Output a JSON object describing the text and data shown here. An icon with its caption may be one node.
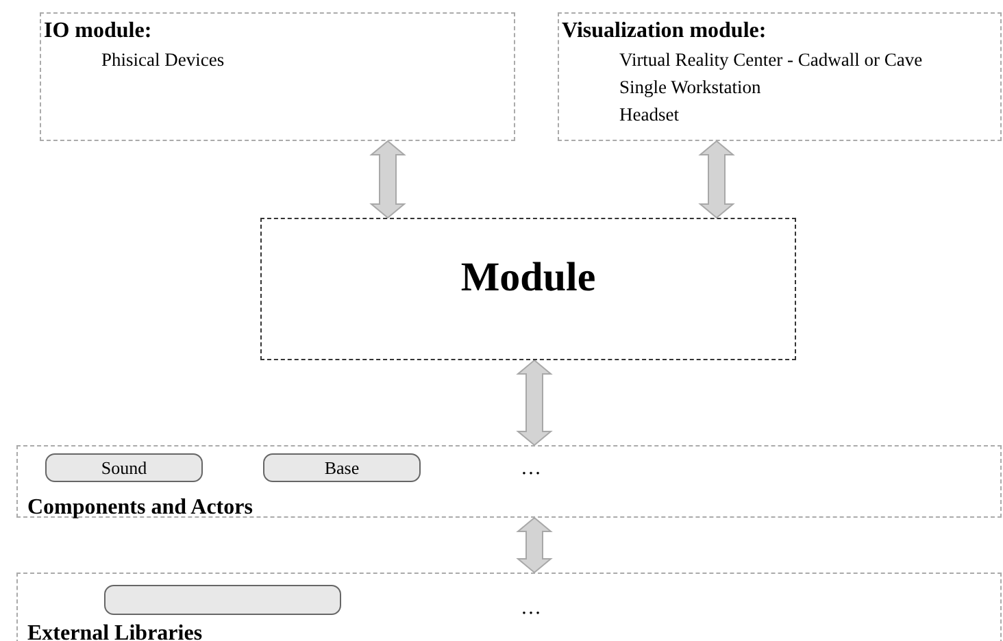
{
  "diagram": {
    "nodes": [
      {
        "text": [
          "IO module:",
          "Phisical Devices"
        ]
      },
      {
        "text": [
          "Visualization module:",
          "Virtual Reality Center - Cadwall or Cave",
          "Single Workstation",
          "Headset"
        ]
      },
      {
        "text": [
          "Module"
        ]
      },
      {
        "text": [
          "Components and Actors"
        ]
      },
      {
        "text": [
          "Sound"
        ],
        "in": 3
      },
      {
        "text": [
          "Base"
        ],
        "in": 3
      },
      {
        "text": [
          "External Libraries"
        ]
      },
      {
        "text": [],
        "shape": "box",
        "in": 6
      }
    ],
    "edges": [
      {
        "from": 0,
        "to": 2,
        "arrow": "both",
        "style": "thick"
      },
      {
        "from": 1,
        "to": 2,
        "arrow": "both",
        "style": "thick"
      },
      {
        "from": 2,
        "to": 3,
        "arrow": "both",
        "style": "thick"
      },
      {
        "from": 3,
        "to": 6,
        "arrow": "both",
        "style": "thick"
      }
    ],
    "labels": [
      "…",
      "…"
    ]
  }
}
